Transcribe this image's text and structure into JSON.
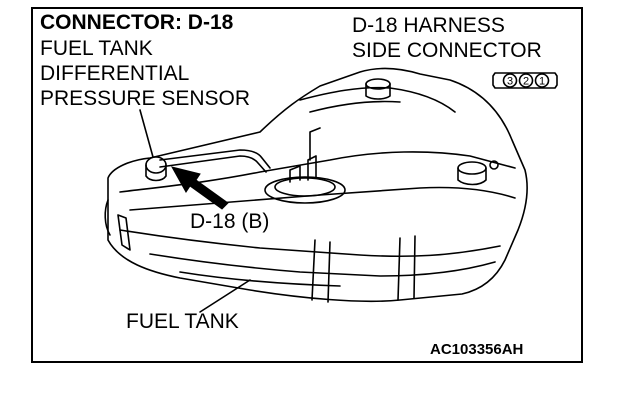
{
  "title": "CONNECTOR: D-18",
  "sensor_label": [
    "FUEL TANK",
    "DIFFERENTIAL",
    "PRESSURE SENSOR"
  ],
  "harness_label": [
    "D-18 HARNESS",
    "SIDE CONNECTOR"
  ],
  "connector_pins": [
    "3",
    "2",
    "1"
  ],
  "connector_label": "D-18 (B)",
  "fuel_tank_label": "FUEL TANK",
  "figure_code": "AC103356AH"
}
